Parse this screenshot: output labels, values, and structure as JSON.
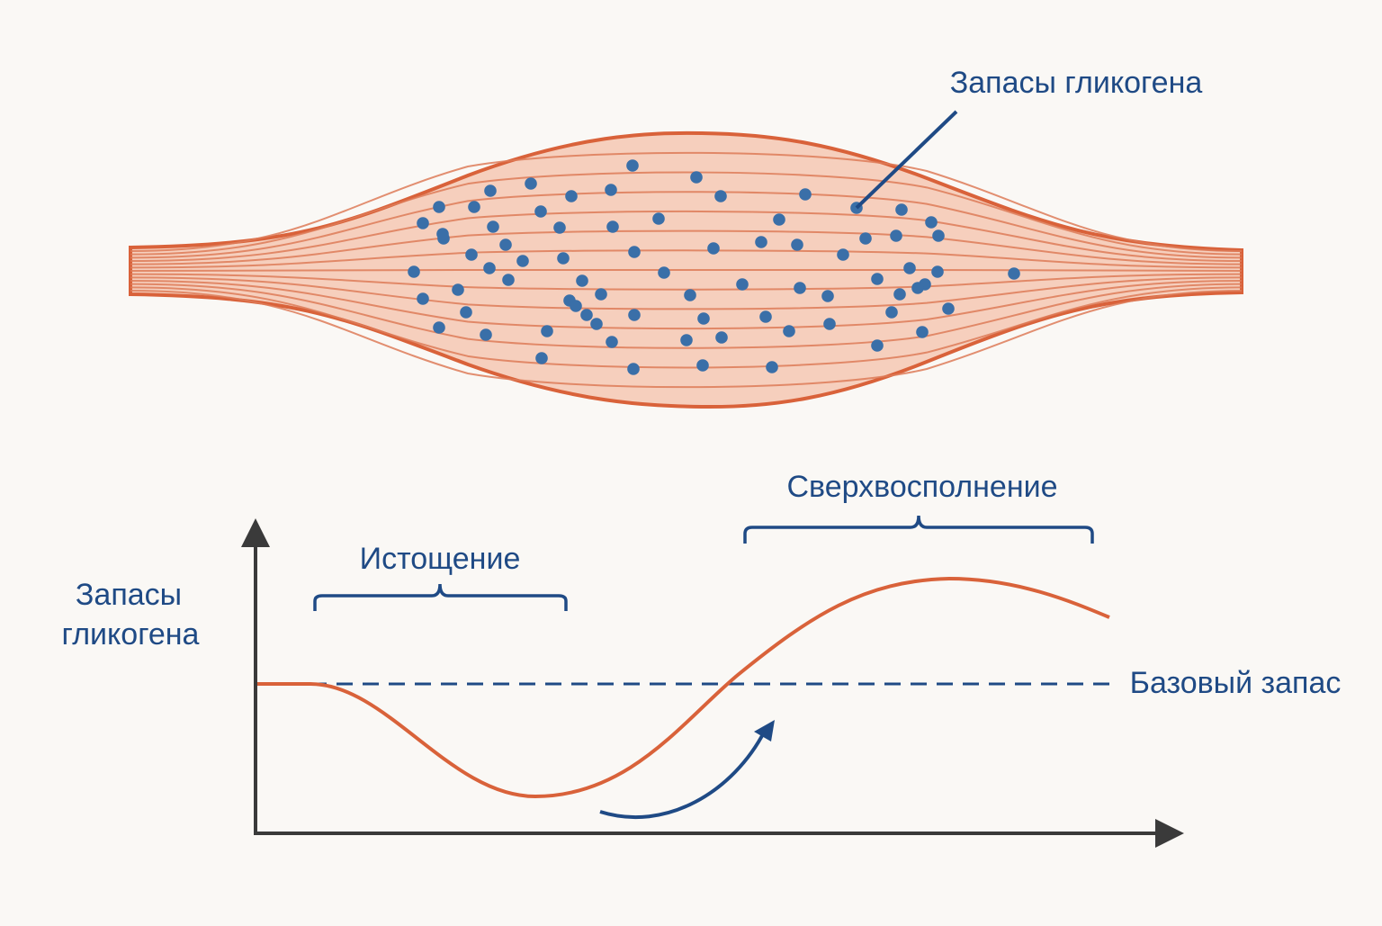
{
  "muscle": {
    "callout_label": "Запасы гликогена"
  },
  "graph": {
    "y_axis_label_line1": "Запасы",
    "y_axis_label_line2": "гликогена",
    "depletion_label": "Истощение",
    "supercompensation_label": "Сверхвосполнение",
    "baseline_label": "Базовый запас"
  },
  "colors": {
    "background": "#faf8f5",
    "muscle_fill": "#f6cfbd",
    "muscle_stroke": "#d9623a",
    "fiber_line": "#dd7b58",
    "glycogen_dot": "#3a6fa8",
    "label_blue": "#1f4a85",
    "axis": "#3a3a3a",
    "curve": "#d9623a"
  }
}
